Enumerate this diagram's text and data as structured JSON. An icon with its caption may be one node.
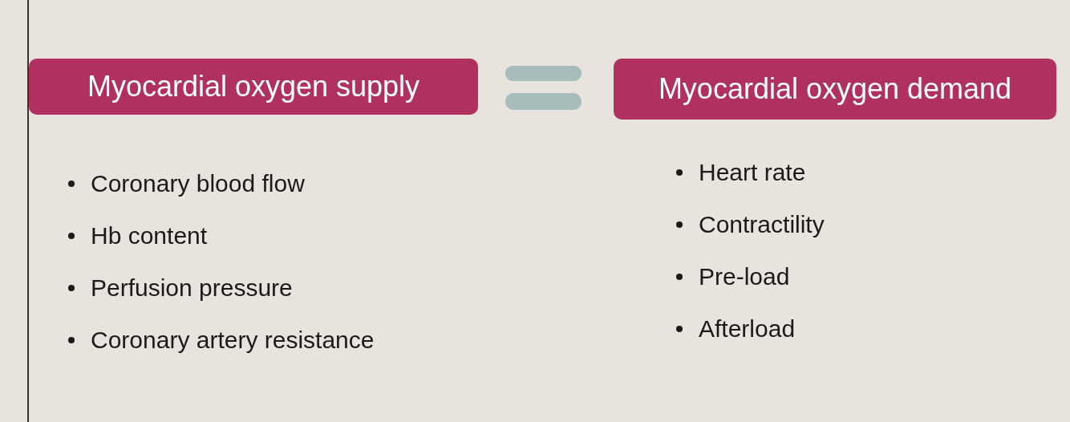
{
  "diagram": {
    "nodes": [
      {
        "text": [
          "Myocardial oxygen supply"
        ],
        "beside": [
          "Coronary blood flow",
          "Hb content",
          "Perfusion pressure",
          "Coronary artery resistance"
        ]
      },
      {
        "text": [
          "Myocardial oxygen demand"
        ],
        "beside": [
          "Heart rate",
          "Contractility",
          "Pre-load",
          "Afterload"
        ]
      }
    ],
    "edges": []
  }
}
